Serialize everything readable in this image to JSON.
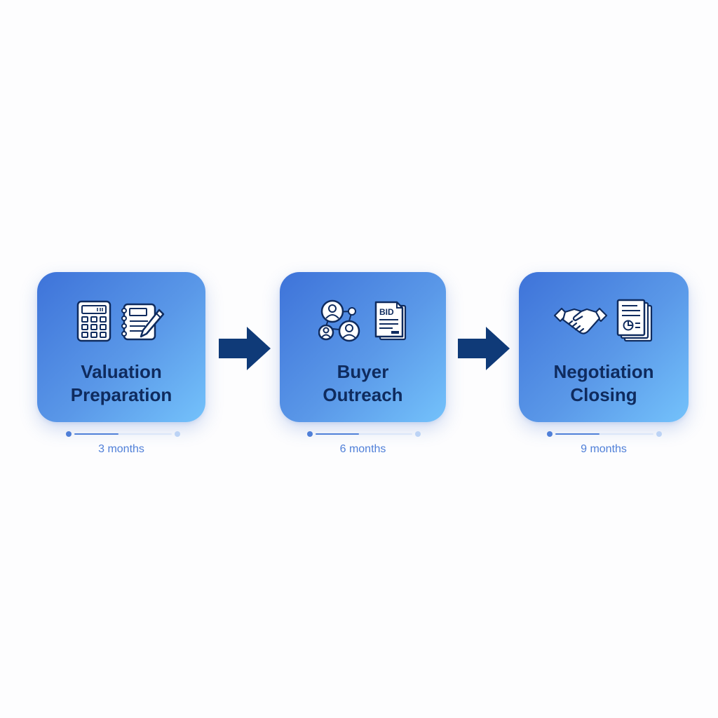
{
  "colors": {
    "card_gradient_start": "#3e73d9",
    "card_gradient_end": "#74c2fb",
    "title_text": "#0f2b5e",
    "arrow": "#0f3a78",
    "duration_text": "#4f7fd8"
  },
  "steps": [
    {
      "title_line1": "Valuation",
      "title_line2": "Preparation",
      "duration": "3 months",
      "progress": 0.45,
      "icons": [
        "calculator-icon",
        "notebook-pen-icon"
      ]
    },
    {
      "title_line1": "Buyer",
      "title_line2": "Outreach",
      "duration": "6 months",
      "progress": 0.45,
      "icon_label": "BID",
      "icons": [
        "buyer-network-icon",
        "bid-document-icon"
      ]
    },
    {
      "title_line1": "Negotiation",
      "title_line2": "Closing",
      "duration": "9 months",
      "progress": 0.45,
      "icons": [
        "handshake-icon",
        "contract-documents-icon"
      ]
    }
  ],
  "connectors": [
    "arrow-right-icon",
    "arrow-right-icon"
  ]
}
